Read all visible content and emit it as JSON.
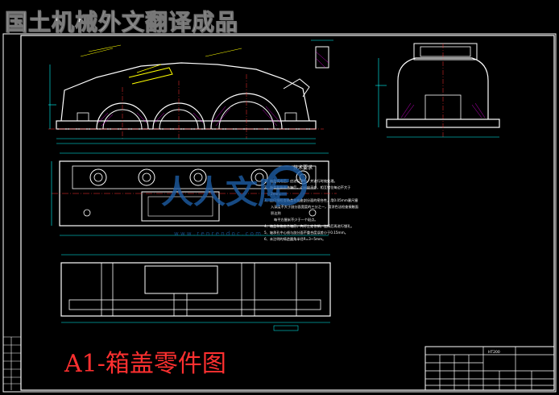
{
  "banner": {
    "title": "国土机械外文翻译成品"
  },
  "caption": {
    "text": "A1-箱盖零件图"
  },
  "watermark": {
    "logo": "人人文库",
    "url": "w w w . r e n r e n d o c . c o m"
  },
  "tech_notes": {
    "title": "技术要求",
    "lines": [
      "1、箱盖铸成后，应进行清砂，并进行时效处理。",
      "2、箱盖和箱座合箱后，边缘应平齐，相互错位每边不大于",
      "2mm。",
      "3、应仔细检查箱盖和箱座剖分面的密合性，用0.05mm塞尺塞",
      "入深度不大于剖分面宽度的三分之一，用涂色法检查接触面",
      "积达到",
      "每平方厘米不少于一个斑点。",
      "4、箱盖和箱座合箱后，先打上定位销，连接后再进行镗孔。",
      "5、轴承孔中心线与剖分面不重合度误差小于0.15mm。",
      "6、未注明的铸造圆角半径R=3~5mm。"
    ]
  },
  "title_block": {
    "drawing_no": "HT200"
  },
  "colors": {
    "outline": "#ffffff",
    "accent": "#ffff00",
    "dims": "#00ffff",
    "hidden": "#ff00ff",
    "center": "#ff3030",
    "watermark": "#1e5fa8",
    "caption": "#ff3030"
  }
}
